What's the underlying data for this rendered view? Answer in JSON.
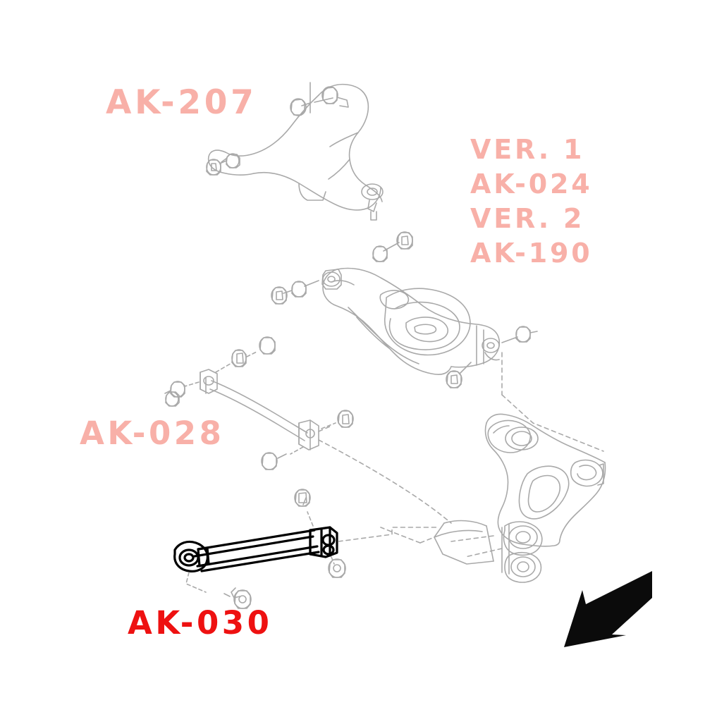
{
  "diagram": {
    "title_labels": {
      "upper_arm": "AK-207",
      "trailing_arm": "AK-028",
      "toe_arm": "AK-030"
    },
    "version_block": {
      "line1": "VER. 1",
      "line2": "AK-024",
      "line3": "VER. 2",
      "line4": "AK-190"
    },
    "colors": {
      "inactive_label": "#f8b0a8",
      "highlight_label": "#ee1111",
      "line_art": "#a8a8a8",
      "highlight_part": "#000000",
      "background": "#ffffff"
    },
    "icons": {
      "pointer": "arrow-down-left-icon"
    }
  }
}
